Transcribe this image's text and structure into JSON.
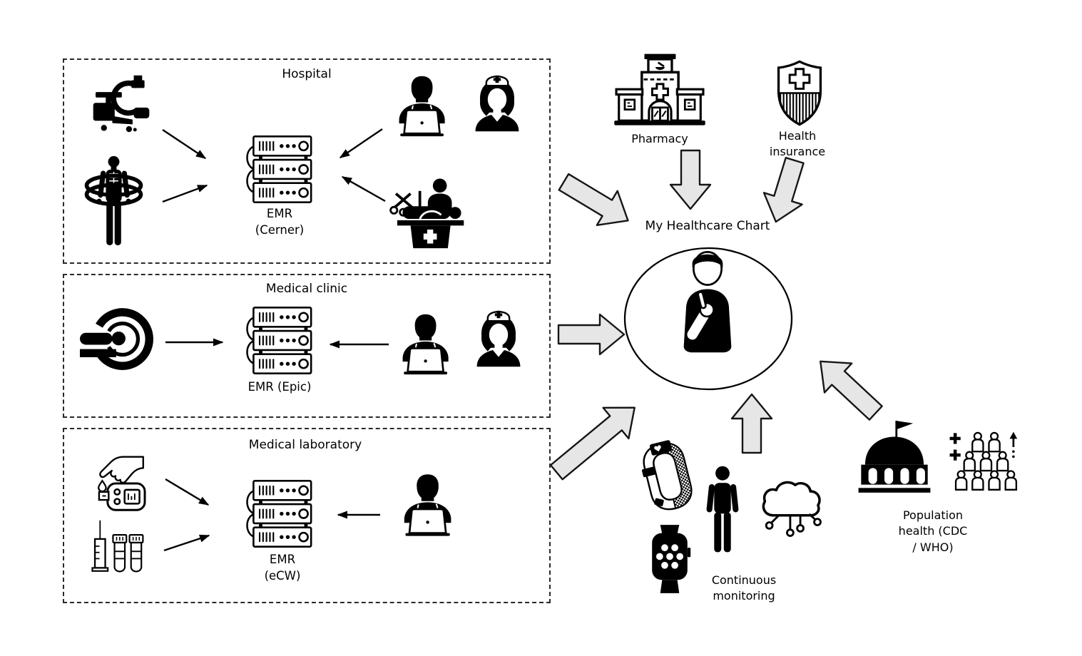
{
  "diagram": {
    "colors": {
      "ink": "#000000",
      "background": "#ffffff",
      "arrow_fill": "#e6e6e6",
      "arrow_stroke": "#161616"
    },
    "boxes": [
      {
        "title": "Hospital",
        "emr_line1": "EMR",
        "emr_line2": "(Cerner)"
      },
      {
        "title": "Medical clinic",
        "emr_line1": "EMR (Epic)"
      },
      {
        "title": "Medical laboratory",
        "emr_line1": "EMR",
        "emr_line2": "(eCW)"
      }
    ],
    "center": {
      "title": "My Healthcare Chart"
    },
    "pharmacy": {
      "label": "Pharmacy"
    },
    "insurance": {
      "line1": "Health",
      "line2": "insurance"
    },
    "monitoring": {
      "line1": "Continuous",
      "line2": "monitoring"
    },
    "population": {
      "line1": "Population",
      "line2": "health (CDC",
      "line3": "/ WHO)"
    },
    "icons": [
      "c-arm-xray-icon",
      "body-scanner-icon",
      "server-rack-icon",
      "doctor-laptop-icon",
      "nurse-icon",
      "operating-table-icon",
      "mri-scanner-icon",
      "glucose-meter-icon",
      "syringe-test-tubes-icon",
      "pharmacy-building-icon",
      "insurance-shield-icon",
      "patient-self-icon",
      "fitness-band-icon",
      "smartwatch-icon",
      "person-icon",
      "cloud-network-icon",
      "government-building-icon",
      "population-crowd-icon"
    ]
  }
}
